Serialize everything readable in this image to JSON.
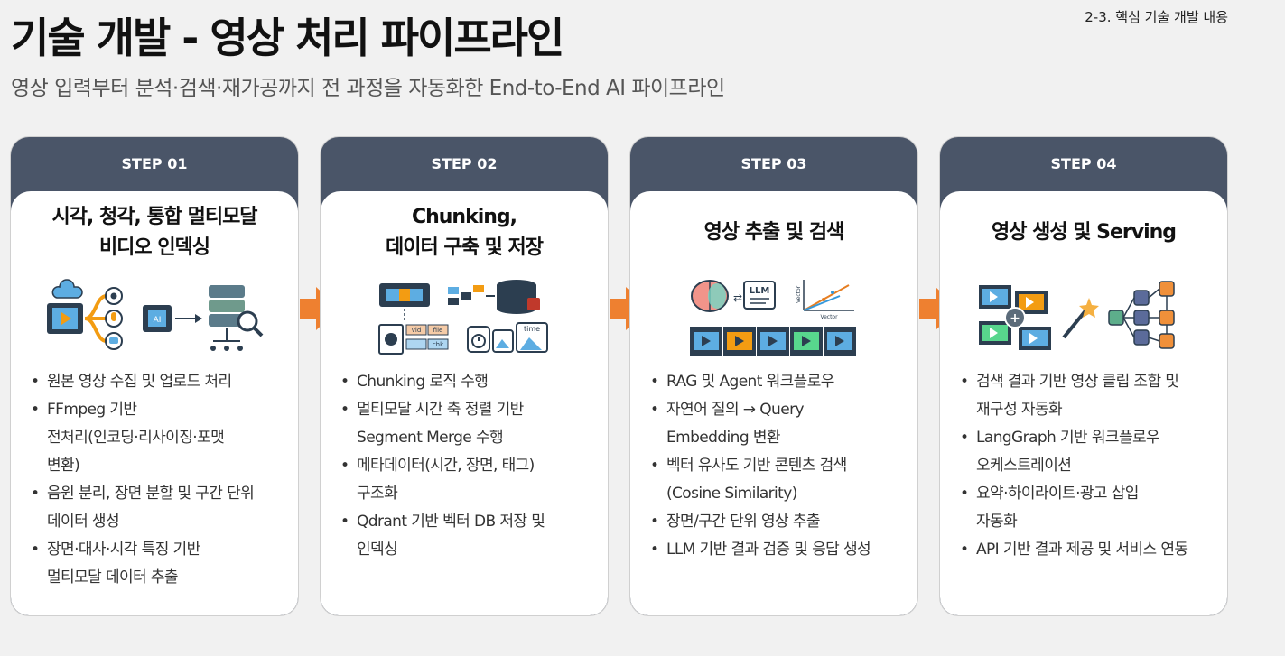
{
  "header": {
    "title": "기술 개발 - 영상 처리 파이프라인",
    "subtitle": "영상 입력부터 분석·검색·재가공까지 전 과정을 자동화한 End-to-End AI 파이프라인",
    "section_ref": "2-3. 핵심 기술 개발 내용"
  },
  "colors": {
    "header_bar": "#4a5568",
    "arrow": "#ee8030",
    "card_bg": "#ffffff",
    "page_bg": "#f1f1f1"
  },
  "steps": [
    {
      "label": "STEP 01",
      "title": "시각, 청각, 통합 멀티모달\n비디오 인덱싱",
      "icons": [
        "video-file-icon",
        "eye-icon",
        "microphone-icon",
        "chat-icon",
        "ai-chip-icon",
        "database-search-icon"
      ],
      "bullets": [
        "원본 영상 수집 및 업로드 처리",
        "FFmpeg 기반\n전처리(인코딩·리사이징·포맷\n변환)",
        "음원 분리, 장면 분할 및 구간 단위\n데이터 생성",
        "장면·대사·시각 특징 기반\n멀티모달 데이터 추출"
      ]
    },
    {
      "label": "STEP 02",
      "title": "Chunking,\n데이터 구축 및 저장",
      "icons": [
        "film-strip-icon",
        "blocks-icon",
        "database-icon",
        "file-tags-icon",
        "clock-tag-icon",
        "image-tag-icon"
      ],
      "tags": {
        "vid": "vid",
        "file": "file",
        "chk": "chk",
        "time": "time"
      },
      "bullets": [
        "Chunking 로직 수행",
        "멀티모달 시간 축 정렬 기반\nSegment Merge 수행",
        "메타데이터(시간, 장면, 태그)\n구조화",
        "Qdrant 기반 벡터 DB 저장 및\n인덱싱"
      ]
    },
    {
      "label": "STEP 03",
      "title": "영상 추출 및 검색",
      "icons": [
        "brain-icon",
        "llm-chat-icon",
        "vector-chart-icon",
        "video-clips-icon"
      ],
      "illus_text": {
        "llm": "LLM",
        "vector_x": "Vector",
        "vector_y": "Vector"
      },
      "bullets": [
        "RAG 및 Agent 워크플로우",
        "자연어 질의 → Query\nEmbedding 변환",
        "벡터 유사도 기반 콘텐츠 검색\n(Cosine Similarity)",
        "장면/구간 단위 영상 추출",
        "LLM 기반 결과 검증 및 응답 생성"
      ]
    },
    {
      "label": "STEP 04",
      "title": "영상 생성 및 Serving",
      "icons": [
        "clip-merge-icon",
        "magic-wand-icon",
        "workflow-graph-icon"
      ],
      "bullets": [
        "검색 결과 기반 영상 클립 조합 및\n재구성 자동화",
        "LangGraph 기반 워크플로우\n오케스트레이션",
        "요약·하이라이트·광고 삽입\n자동화",
        "API 기반 결과 제공 및 서비스 연동"
      ]
    }
  ]
}
